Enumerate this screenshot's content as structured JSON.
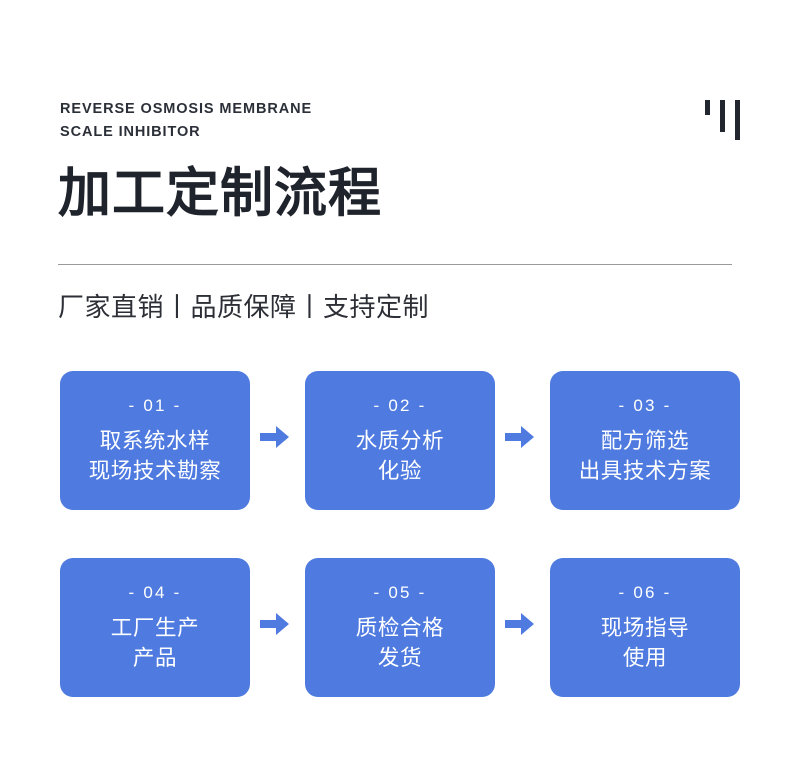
{
  "header": {
    "eyebrow": "REVERSE OSMOSIS MEMBRANE\nSCALE INHIBITOR",
    "mark_icon": "three-bars-mark"
  },
  "title": "加工定制流程",
  "subtitle": "厂家直销丨品质保障丨支持定制",
  "colors": {
    "card_blue": "#4F7BE0",
    "arrow_blue": "#4F7BE0",
    "title_dark": "#1f232b",
    "divider_gray": "#9a9a9a",
    "background": "#ffffff"
  },
  "flow": {
    "arrow_icon": "arrow-right-icon",
    "rows": [
      {
        "cards": [
          {
            "number": "- 01 -",
            "lines": "取系统水样\n现场技术勘察"
          },
          {
            "number": "- 02 -",
            "lines": "水质分析\n化验"
          },
          {
            "number": "- 03 -",
            "lines": "配方筛选\n出具技术方案"
          }
        ]
      },
      {
        "cards": [
          {
            "number": "- 04 -",
            "lines": "工厂生产\n产品"
          },
          {
            "number": "- 05 -",
            "lines": "质检合格\n发货"
          },
          {
            "number": "- 06 -",
            "lines": "现场指导\n使用"
          }
        ]
      }
    ]
  }
}
